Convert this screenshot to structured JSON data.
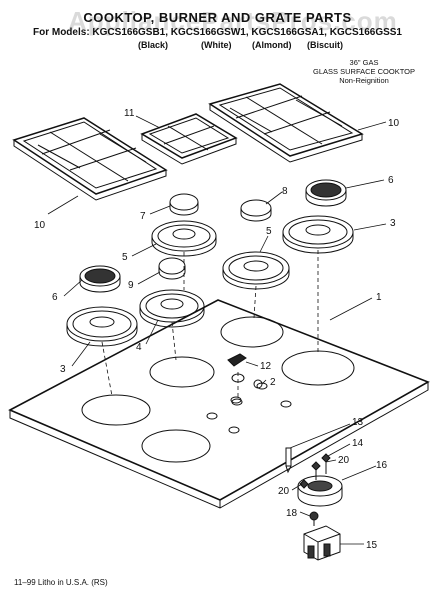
{
  "header": {
    "watermark": "AppliancePartsPros.com",
    "title": "COOKTOP, BURNER AND GRATE PARTS",
    "models": "For Models: KGCS166GSB1, KGCS166GSW1, KGCS166GSA1, KGCS166GSS1",
    "finishes": [
      "(Black)",
      "(White)",
      "(Almond)",
      "(Biscuit)"
    ]
  },
  "description": [
    "36\" GAS",
    "GLASS SURFACE COOKTOP",
    "Non-Reignition"
  ],
  "part_numbers": {
    "p1": "1",
    "p2": "2",
    "p3a": "3",
    "p3b": "3",
    "p4": "4",
    "p5a": "5",
    "p5b": "5",
    "p6a": "6",
    "p6b": "6",
    "p7": "7",
    "p8": "8",
    "p9": "9",
    "p10a": "10",
    "p10b": "10",
    "p11": "11",
    "p12": "12",
    "p13": "13",
    "p14": "14",
    "p15": "15",
    "p16": "16",
    "p18": "18",
    "p20a": "20",
    "p20b": "20"
  },
  "footer": "11–99 Litho in U.S.A. (RS)"
}
